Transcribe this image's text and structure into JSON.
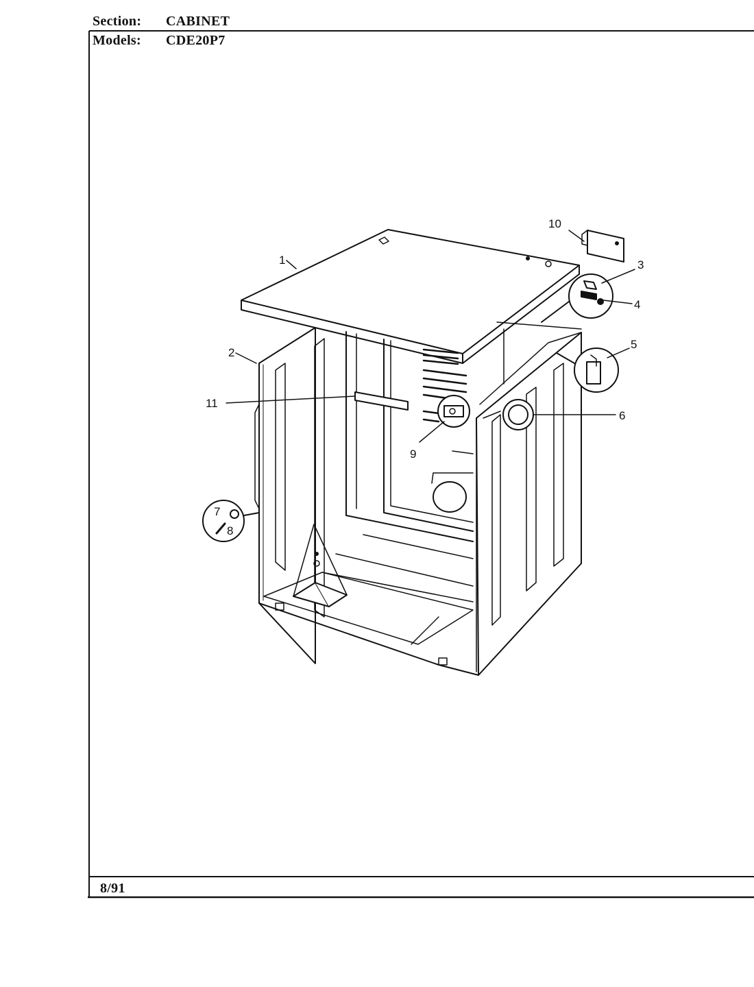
{
  "header": {
    "section_label": "Section:",
    "section_value": "CABINET",
    "models_label": "Models:",
    "models_value": "CDE20P7"
  },
  "footer": {
    "date": "8/91"
  },
  "callouts": {
    "c1": "1",
    "c2": "2",
    "c3": "3",
    "c4": "4",
    "c5": "5",
    "c6": "6",
    "c7": "7",
    "c8": "8",
    "c9": "9",
    "c10": "10",
    "c11": "11"
  }
}
